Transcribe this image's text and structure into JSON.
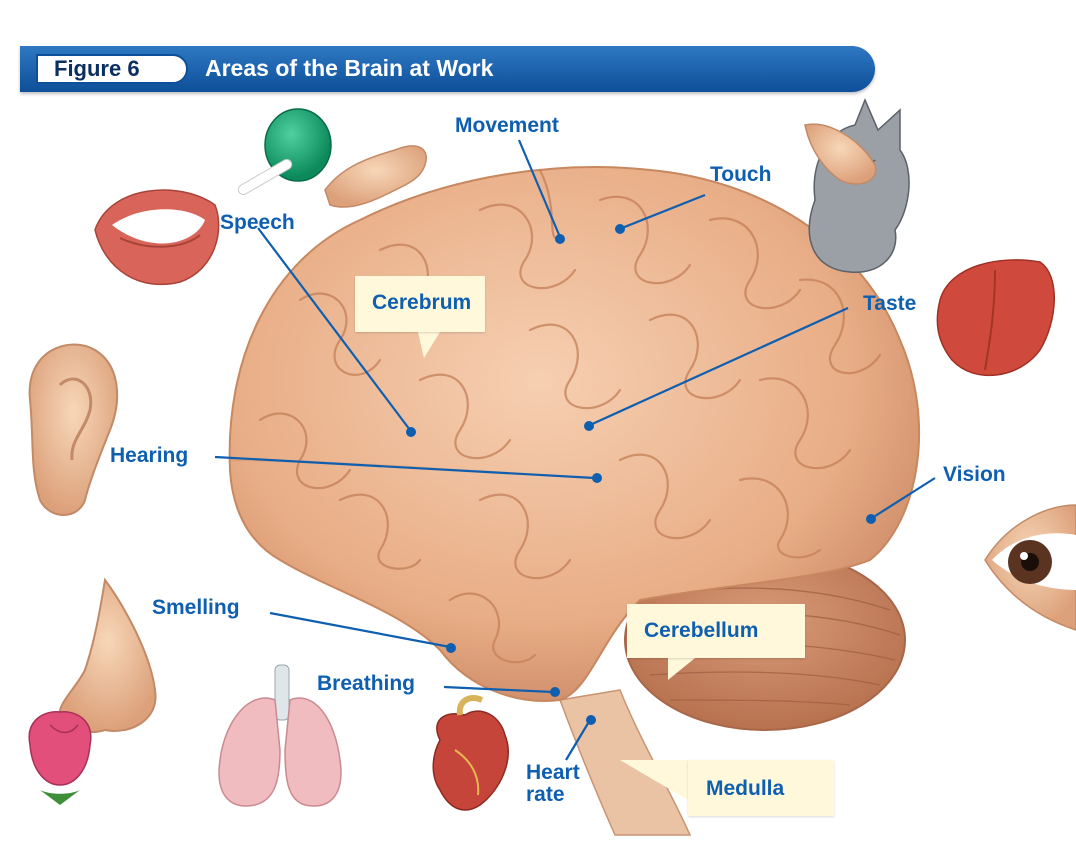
{
  "figure": {
    "number_label": "Figure 6",
    "title": "Areas of the Brain at Work"
  },
  "labels": {
    "movement": "Movement",
    "touch": "Touch",
    "speech": "Speech",
    "cerebrum": "Cerebrum",
    "taste": "Taste",
    "hearing": "Hearing",
    "vision": "Vision",
    "smelling": "Smelling",
    "cerebellum": "Cerebellum",
    "breathing": "Breathing",
    "heart_rate": "Heart rate",
    "heart_rate_line1": "Heart",
    "heart_rate_line2": "rate",
    "medulla": "Medulla"
  },
  "colors": {
    "label_blue": "#0f5fb0",
    "banner_blue": "#1463b0",
    "callout_bg": "#fff8da",
    "brain": "#eab38f"
  },
  "illustrations": [
    "mouth-icon",
    "tennis-racket-icon",
    "hand-icon",
    "cat-icon",
    "tongue-icon",
    "ear-icon",
    "eye-icon",
    "nose-icon",
    "rose-icon",
    "lungs-icon",
    "heart-icon"
  ]
}
